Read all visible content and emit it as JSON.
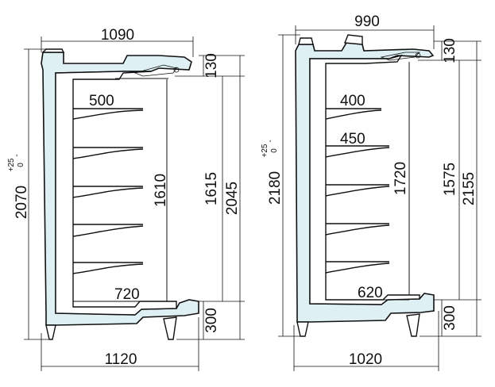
{
  "left_unit": {
    "top_width": "1090",
    "bottom_width": "1120",
    "total_height": "2070",
    "tol_plus": "+25",
    "tol_zero": "0",
    "canopy_height": "130",
    "interior_height": "1615",
    "height_2045": "2045",
    "shelf_span": "1610",
    "base_height": "300",
    "shelf_top_depth": "500",
    "base_depth": "720"
  },
  "right_unit": {
    "top_width": "990",
    "bottom_width": "1020",
    "total_height": "2180",
    "tol_plus": "+25",
    "tol_zero": "0",
    "canopy_height": "130",
    "interior_height": "1575",
    "height_2155": "2155",
    "shelf_span": "1720",
    "base_height": "300",
    "shelf_top_depth": "400",
    "shelf_second_depth": "450",
    "base_depth": "620"
  },
  "colors": {
    "cabinet_fill": "#dff0f4",
    "line": "#111111"
  }
}
